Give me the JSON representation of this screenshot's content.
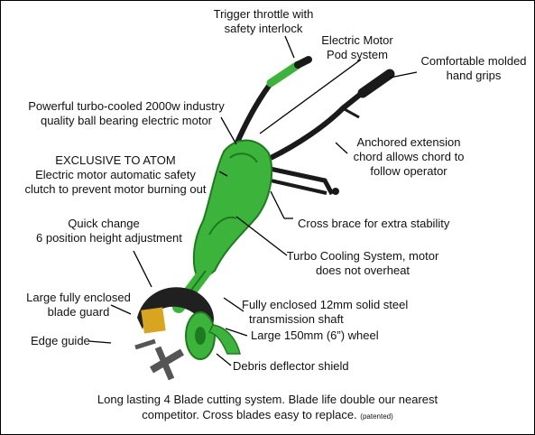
{
  "labels": {
    "trigger": [
      "Trigger throttle with",
      "safety interlock"
    ],
    "motor_pod": [
      "Electric Motor",
      "Pod system"
    ],
    "grips": [
      "Comfortable molded",
      "hand grips"
    ],
    "motor": [
      "Powerful turbo-cooled 2000w industry",
      "quality ball bearing electric motor"
    ],
    "chord": [
      "Anchored extension",
      "chord allows chord to",
      "follow operator"
    ],
    "exclusive": [
      "EXCLUSIVE TO ATOM",
      "Electric motor automatic safety",
      "clutch to prevent motor burning out"
    ],
    "cross_brace": "Cross brace for extra stability",
    "quick_change": [
      "Quick change",
      "6 position height adjustment"
    ],
    "turbo": [
      "Turbo Cooling System, motor",
      "does not overheat"
    ],
    "blade_guard": [
      "Large fully enclosed",
      "blade  guard"
    ],
    "shaft": [
      "Fully enclosed 12mm solid steel",
      "transmission shaft"
    ],
    "edge_guide": "Edge guide",
    "wheel": "Large 150mm (6”) wheel",
    "deflector": "Debris deflector shield",
    "bottom": [
      "Long lasting 4 Blade cutting system. Blade life double our nearest",
      "competitor. Cross blades easy to replace."
    ],
    "patented": "(patented)"
  },
  "colors": {
    "body_green": "#3cb43c",
    "dark_green": "#1e7a1e",
    "handle_black": "#1a1a1a",
    "guard_black": "#202020",
    "blade_gray": "#555555",
    "sticker_yellow": "#d9a520"
  }
}
